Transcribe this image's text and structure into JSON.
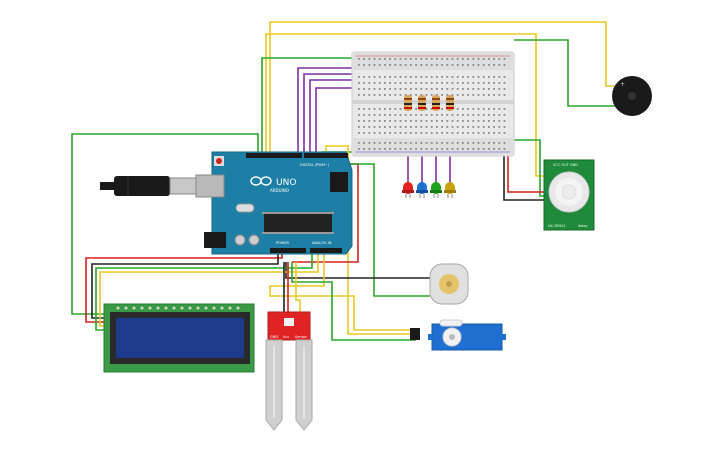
{
  "arduino": {
    "brand": "UNO",
    "logo_text": "ARDUINO",
    "digital_label": "DIGITAL (PWM~)",
    "power_label": "POWER",
    "analog_label": "ANALOG IN"
  },
  "pir": {
    "top_label": "VCC OUT GND",
    "bottom_left": "HC-SR501",
    "bottom_right": "delay"
  },
  "moisture": {
    "labels": [
      "GND",
      "Vcc",
      "Sensor"
    ]
  },
  "led_colors": [
    "#e22020",
    "#1f6fd1",
    "#1fa31f",
    "#c9a20a"
  ],
  "wire_colors": {
    "yellow": "#e8c820",
    "green": "#2aa52a",
    "red": "#d42020",
    "black": "#222222",
    "purple": "#7b2fa3",
    "orange": "#e08a20"
  },
  "components": [
    "arduino-uno",
    "breadboard",
    "buzzer",
    "pir-sensor",
    "dc-motor",
    "servo",
    "lcd-16x2",
    "soil-moisture-sensor",
    "usb-cable",
    "leds",
    "resistors"
  ]
}
